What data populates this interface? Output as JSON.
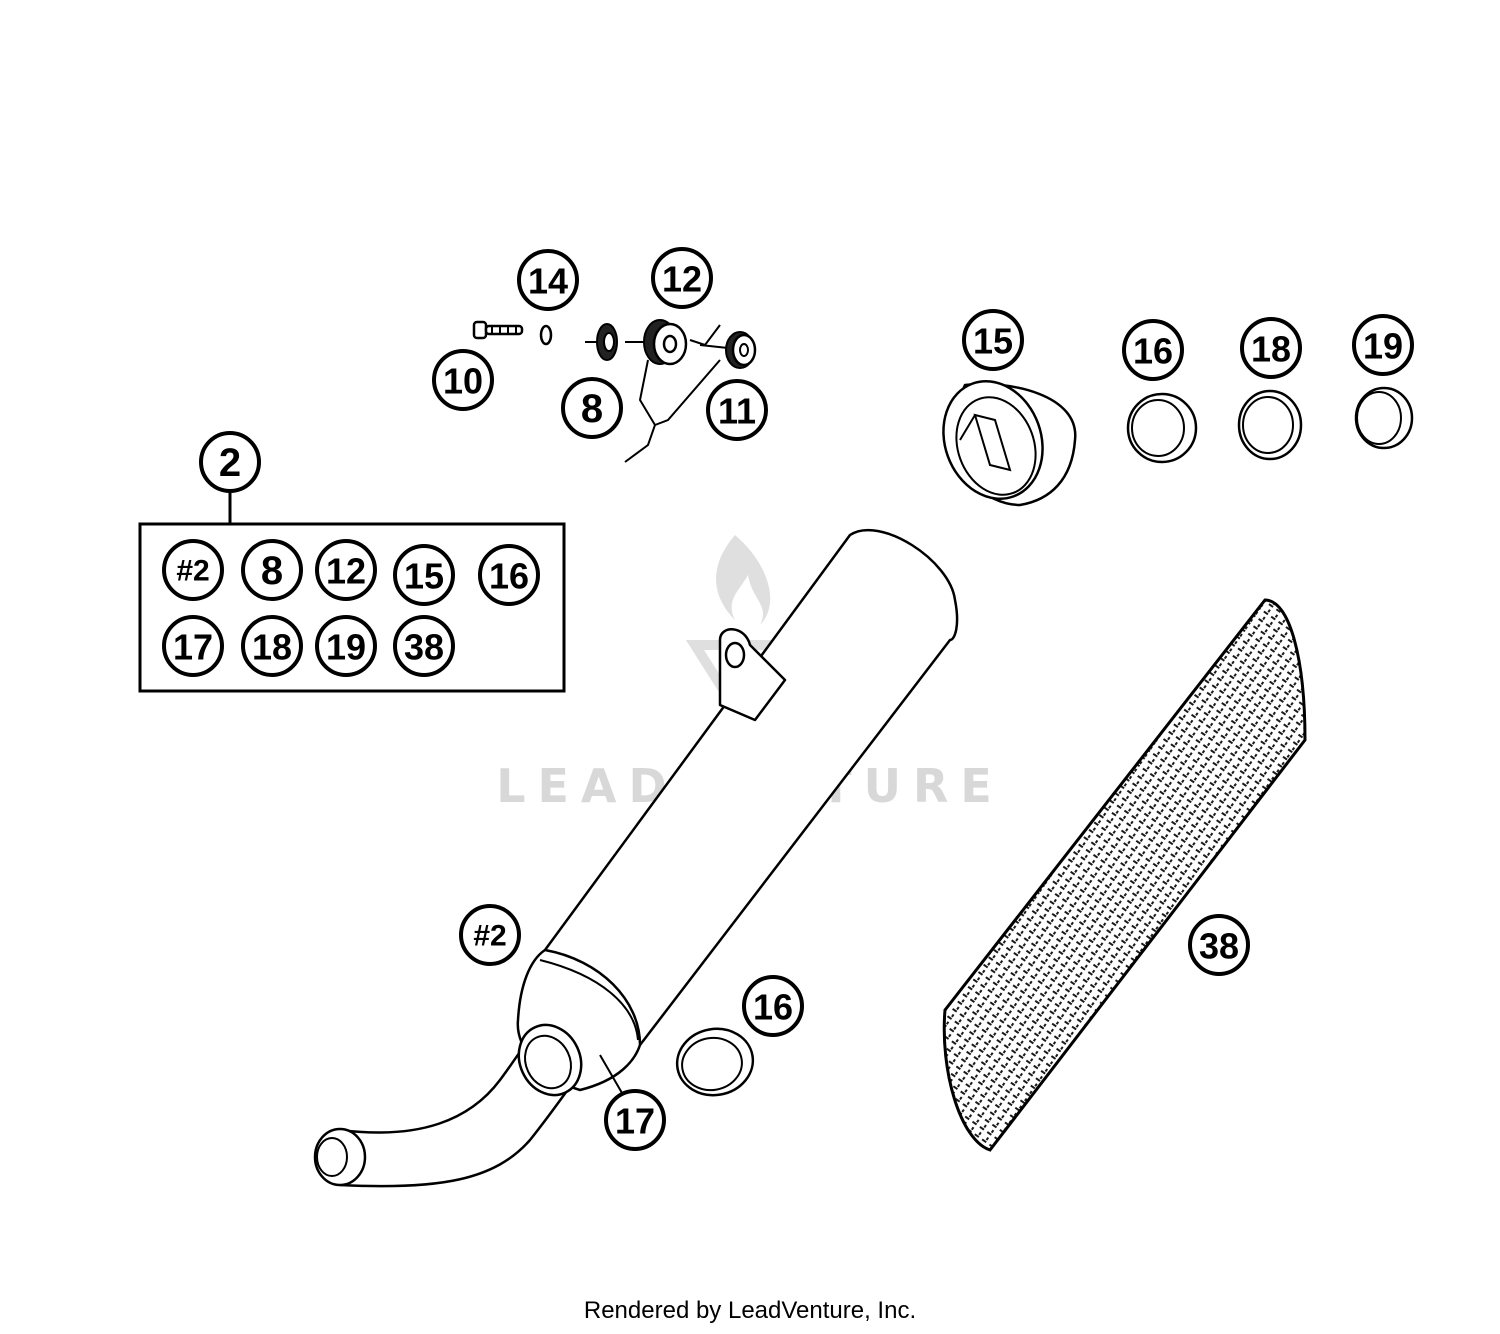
{
  "diagram": {
    "callouts": [
      {
        "id": "c14",
        "label": "14"
      },
      {
        "id": "c12",
        "label": "12"
      },
      {
        "id": "c10",
        "label": "10"
      },
      {
        "id": "c8",
        "label": "8"
      },
      {
        "id": "c11",
        "label": "11"
      },
      {
        "id": "c15",
        "label": "15"
      },
      {
        "id": "c16a",
        "label": "16"
      },
      {
        "id": "c18",
        "label": "18"
      },
      {
        "id": "c19",
        "label": "19"
      },
      {
        "id": "c2",
        "label": "2"
      },
      {
        "id": "c2b",
        "label": "#2"
      },
      {
        "id": "c16b",
        "label": "16"
      },
      {
        "id": "c17",
        "label": "17"
      },
      {
        "id": "c38",
        "label": "38"
      }
    ],
    "kit_box": {
      "row1": [
        "#2",
        "8",
        "12",
        "15",
        "16"
      ],
      "row2": [
        "17",
        "18",
        "19",
        "38"
      ]
    }
  },
  "watermark": {
    "text": "LEADVENTURE"
  },
  "footer": {
    "text": "Rendered by LeadVenture, Inc."
  }
}
